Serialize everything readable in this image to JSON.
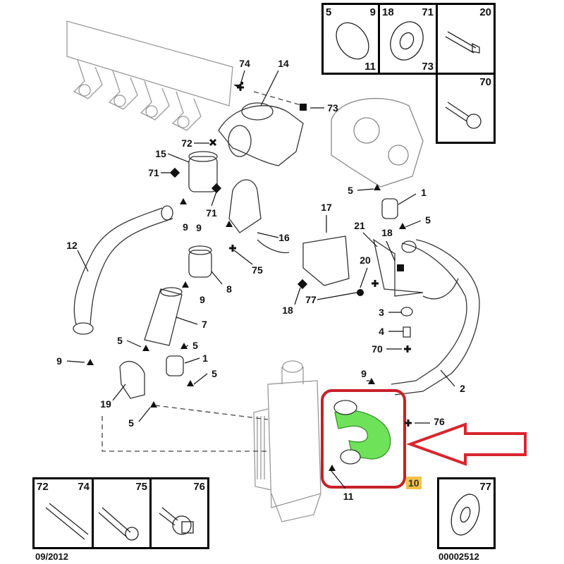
{
  "title": "Intercooler / turbo air hose parts diagram",
  "callouts": [
    "74",
    "14",
    "73",
    "72",
    "15",
    "71",
    "71",
    "9",
    "9",
    "5",
    "1",
    "5",
    "17",
    "21",
    "18",
    "16",
    "75",
    "12",
    "8",
    "9",
    "20",
    "77",
    "18",
    "3",
    "4",
    "70",
    "7",
    "5",
    "5",
    "1",
    "9",
    "5",
    "19",
    "5",
    "9",
    "2",
    "76",
    "11"
  ],
  "highlight": {
    "part_number": "10",
    "hose_color": "#6ee35a",
    "frame_color": "#c8202a",
    "arrow_color": "#d8262e"
  },
  "hardware_boxes_top": [
    {
      "labels": [
        "5",
        "9",
        "11"
      ],
      "icon": "hose-clamp"
    },
    {
      "labels": [
        "18",
        "71",
        "73"
      ],
      "icon": "seal-gasket"
    },
    {
      "labels": [
        "20"
      ],
      "icon": "stud-bolt"
    },
    {
      "labels": [
        "70"
      ],
      "icon": "flange-bolt"
    }
  ],
  "hardware_boxes_bottom": [
    {
      "labels": [
        "72",
        "74"
      ],
      "icon": "stud"
    },
    {
      "labels": [
        "75"
      ],
      "icon": "socket-cap-screw"
    },
    {
      "labels": [
        "76"
      ],
      "icon": "bolt-with-washer"
    },
    {
      "labels": [
        "77"
      ],
      "icon": "washer"
    }
  ],
  "footer": {
    "date": "09/2012",
    "reference": "00002512"
  }
}
